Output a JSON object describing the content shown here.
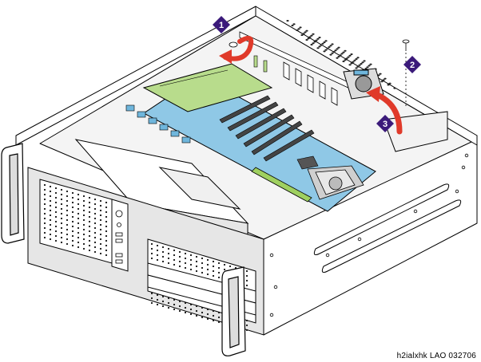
{
  "figure": {
    "caption": "h2ialxhk LAO 032706",
    "callouts": [
      {
        "number": "1",
        "meaning": "remove-screw"
      },
      {
        "number": "2",
        "meaning": "screw"
      },
      {
        "number": "3",
        "meaning": "rotate-bracket"
      }
    ]
  },
  "colors": {
    "outline": "#000000",
    "chassis": "#ffffff",
    "motherboard": "#8fc8e6",
    "pci_card": "#b8dc8c",
    "ram": "#9fd060",
    "callout_fill": "#3b1a7a",
    "arrow": "#e03a2a",
    "shade": "#d8d8d8"
  },
  "icons": {
    "callout_marker": "diamond-marker-icon",
    "arrow_1": "curved-arrow-icon",
    "arrow_3": "curved-arrow-icon",
    "screw": "screw-icon"
  }
}
